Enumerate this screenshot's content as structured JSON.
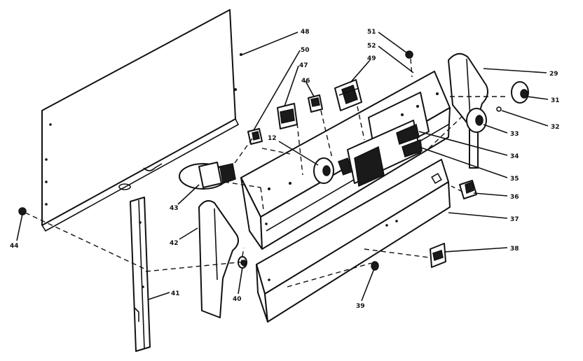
{
  "callouts": [
    {
      "id": "c48",
      "text": "48"
    },
    {
      "id": "c50",
      "text": "50"
    },
    {
      "id": "c47",
      "text": "47"
    },
    {
      "id": "c46",
      "text": "46"
    },
    {
      "id": "c51",
      "text": "51"
    },
    {
      "id": "c52",
      "text": "52"
    },
    {
      "id": "c49",
      "text": "49"
    },
    {
      "id": "c29",
      "text": "29"
    },
    {
      "id": "c31",
      "text": "31"
    },
    {
      "id": "c32",
      "text": "32"
    },
    {
      "id": "c33",
      "text": "33"
    },
    {
      "id": "c34",
      "text": "34"
    },
    {
      "id": "c35",
      "text": "35"
    },
    {
      "id": "c36",
      "text": "36"
    },
    {
      "id": "c37",
      "text": "37"
    },
    {
      "id": "c38",
      "text": "38"
    },
    {
      "id": "c39",
      "text": "39"
    },
    {
      "id": "c40",
      "text": "40"
    },
    {
      "id": "c41",
      "text": "41"
    },
    {
      "id": "c42",
      "text": "42"
    },
    {
      "id": "c43",
      "text": "43"
    },
    {
      "id": "c44",
      "text": "44"
    },
    {
      "id": "c12",
      "text": "12"
    }
  ]
}
